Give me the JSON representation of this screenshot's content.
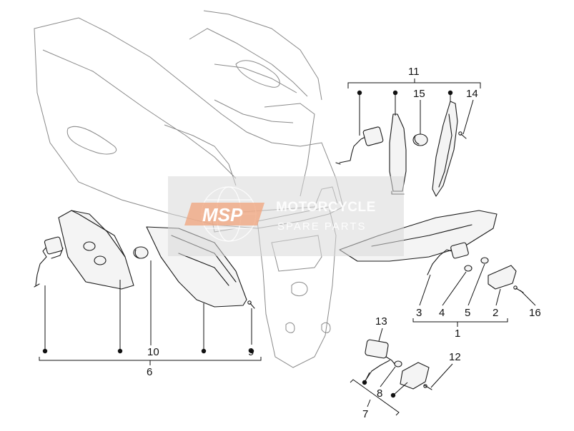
{
  "labels": {
    "l1": "1",
    "l2": "2",
    "l3": "3",
    "l4": "4",
    "l5": "5",
    "l6": "6",
    "l7": "7",
    "l8": "8",
    "l9": "9",
    "l10": "10",
    "l11": "11",
    "l12": "12",
    "l13": "13",
    "l14": "14",
    "l15": "15",
    "l16": "16"
  },
  "watermark": {
    "logo": "MSP",
    "title": "MOTORCYCLE",
    "subtitle": "SPARE PARTS"
  }
}
